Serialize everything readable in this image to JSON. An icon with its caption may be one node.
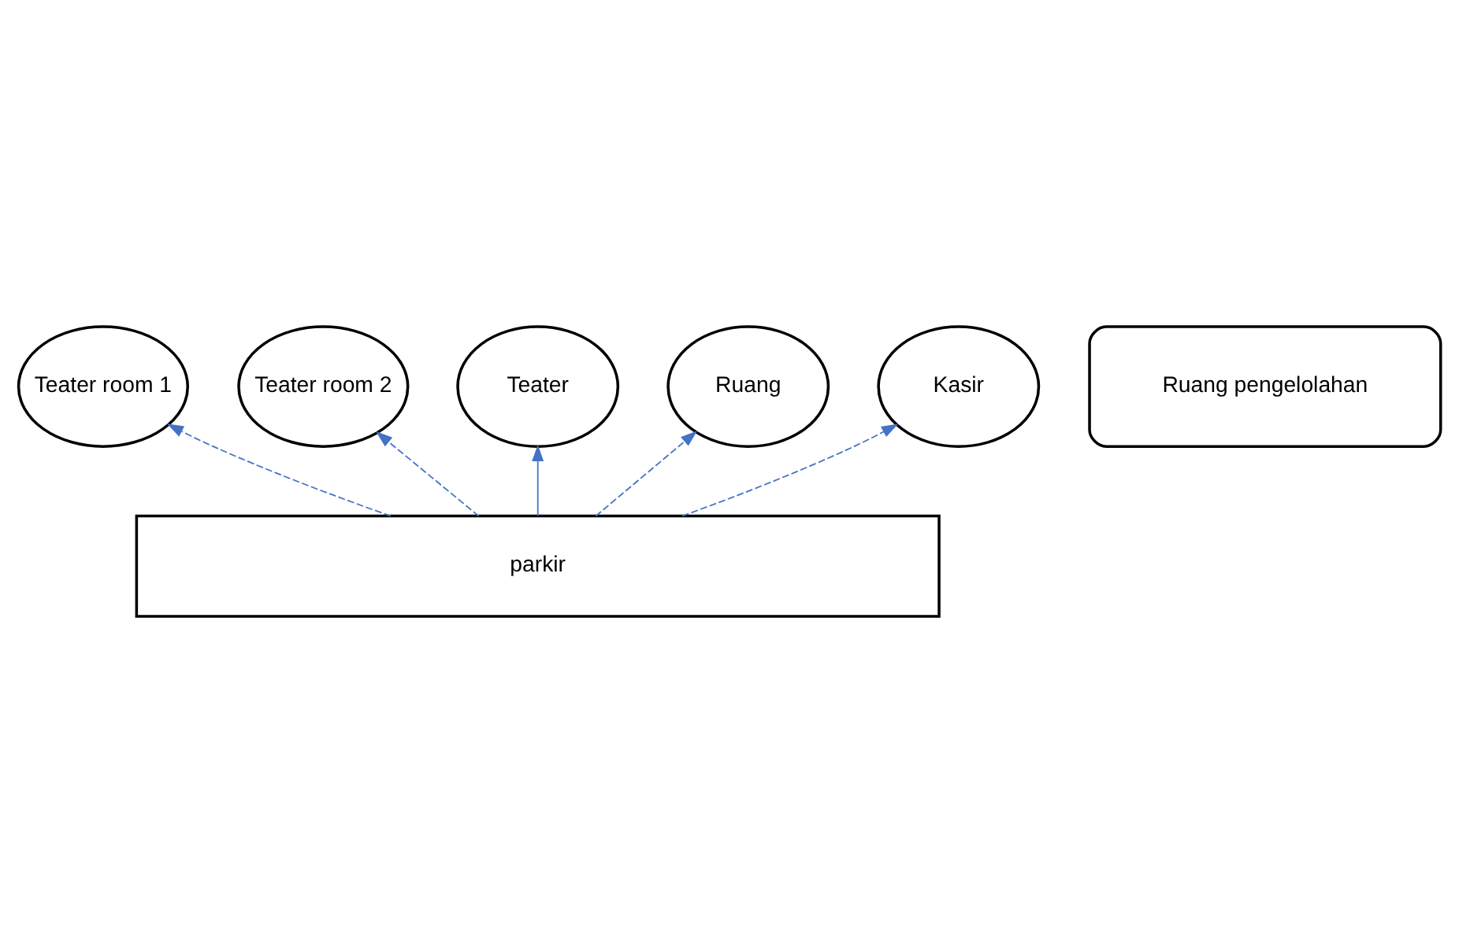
{
  "diagram": {
    "nodes": [
      {
        "text": [
          "Teater room 1"
        ]
      },
      {
        "text": [
          "Teater room 2"
        ]
      },
      {
        "text": [
          "Teater"
        ]
      },
      {
        "text": [
          "Ruang"
        ]
      },
      {
        "text": [
          "Kasir"
        ]
      },
      {
        "text": [
          "Ruang pengelolahan"
        ]
      },
      {
        "text": [
          "parkir"
        ]
      }
    ],
    "edges": [
      {
        "from": 6,
        "to": 0,
        "arrow": "to",
        "style": "dashed"
      },
      {
        "from": 6,
        "to": 1,
        "arrow": "to",
        "style": "dashed"
      },
      {
        "from": 6,
        "to": 2,
        "arrow": "to"
      },
      {
        "from": 6,
        "to": 3,
        "arrow": "to",
        "style": "dashed"
      },
      {
        "from": 6,
        "to": 4,
        "arrow": "to",
        "style": "dashed"
      }
    ]
  }
}
